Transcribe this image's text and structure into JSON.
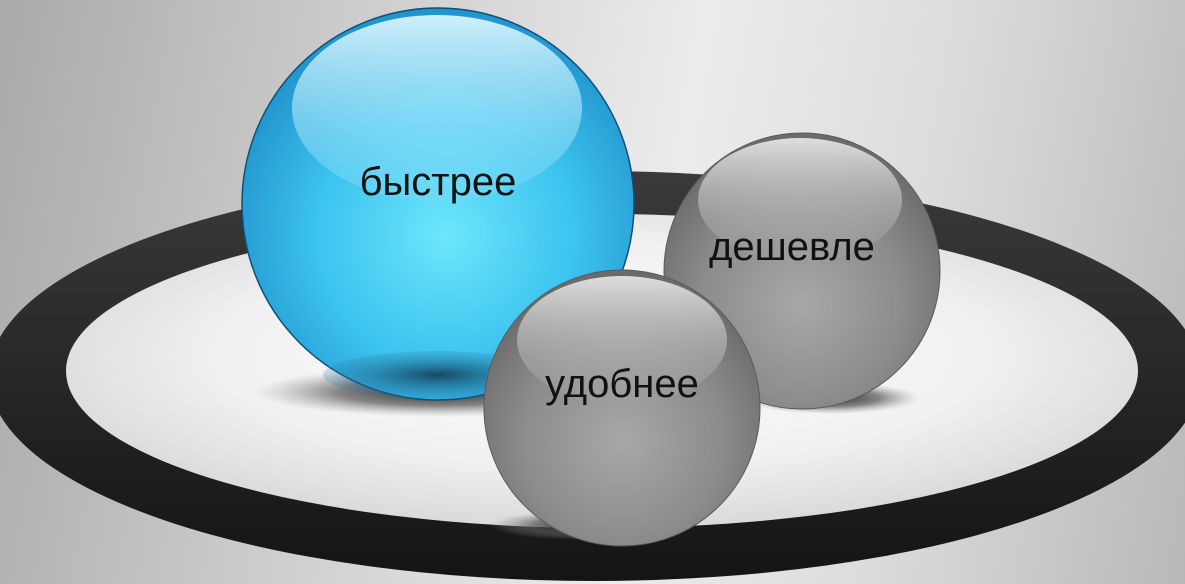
{
  "diagram": {
    "spheres": [
      {
        "id": "fast",
        "label": "быстрее",
        "color": "blue"
      },
      {
        "id": "cheap",
        "label": "дешевле",
        "color": "gray"
      },
      {
        "id": "convenient",
        "label": "удобнее",
        "color": "gray"
      }
    ],
    "colors": {
      "blue_sphere": "#35b7ea",
      "gray_sphere": "#8a8a8a",
      "ring": "#232323",
      "plate": "#f1f1f1"
    }
  }
}
